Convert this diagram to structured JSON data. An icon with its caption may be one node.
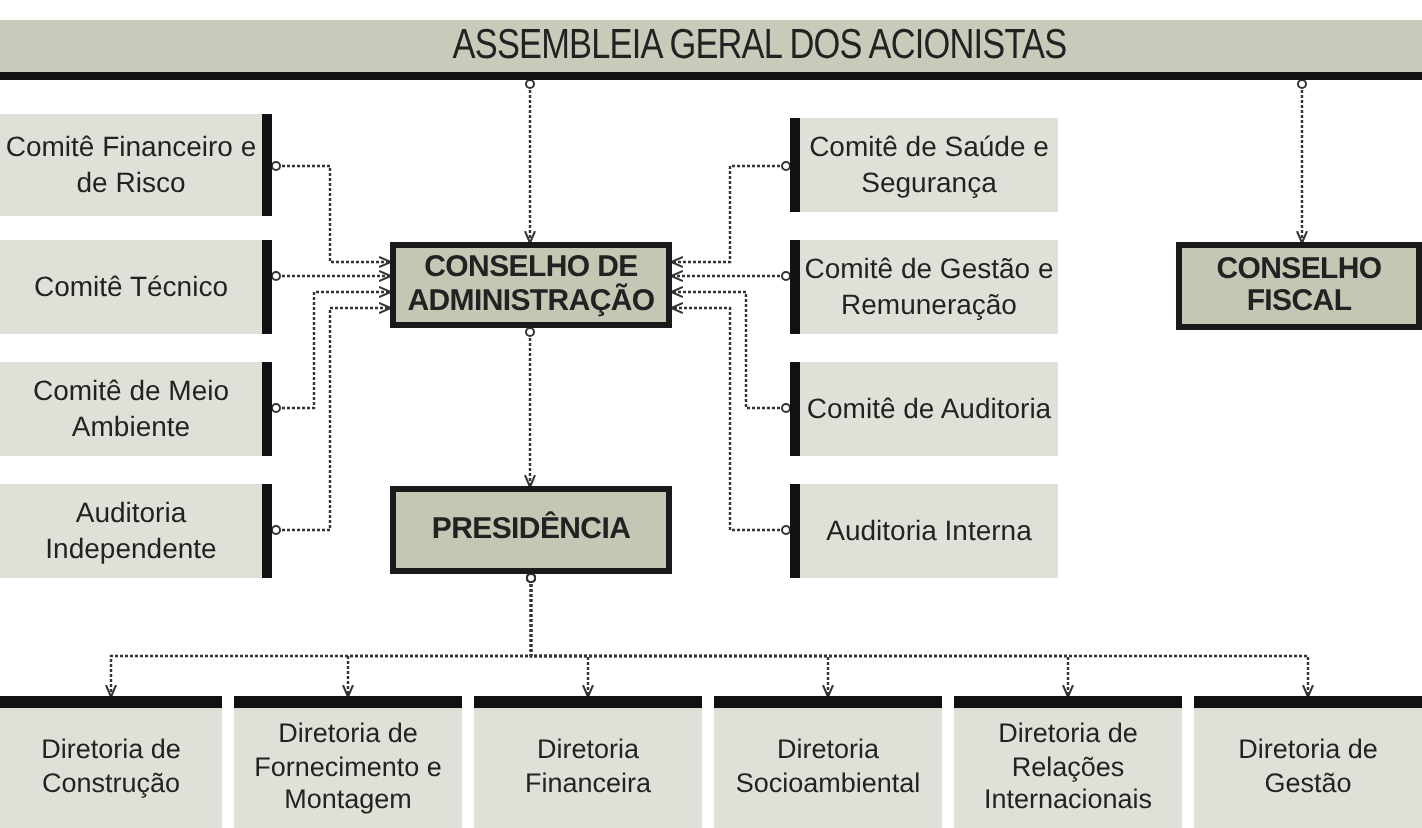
{
  "diagram": {
    "nodes": [
      {
        "text": [
          "ASSEMBLEIA GERAL DOS ACIONISTAS"
        ]
      },
      {
        "text": [
          "Comitê Financeiro e de Risco"
        ]
      },
      {
        "text": [
          "Comitê Técnico"
        ]
      },
      {
        "text": [
          "Comitê de Meio Ambiente"
        ]
      },
      {
        "text": [
          "Auditoria Independente"
        ]
      },
      {
        "text": [
          "CONSELHO DE ADMINISTRAÇÃO"
        ]
      },
      {
        "text": [
          "Comitê de Saúde e Segurança"
        ]
      },
      {
        "text": [
          "Comitê de Gestão e Remuneração"
        ]
      },
      {
        "text": [
          "Comitê de Auditoria"
        ]
      },
      {
        "text": [
          "Auditoria Interna"
        ]
      },
      {
        "text": [
          "CONSELHO FISCAL"
        ]
      },
      {
        "text": [
          "PRESIDÊNCIA"
        ]
      },
      {
        "text": [
          "Diretoria de Construção"
        ]
      },
      {
        "text": [
          "Diretoria de Fornecimento e Montagem"
        ]
      },
      {
        "text": [
          "Diretoria Financeira"
        ]
      },
      {
        "text": [
          "Diretoria Socioambiental"
        ]
      },
      {
        "text": [
          "Diretoria de Relações Internacionais"
        ]
      },
      {
        "text": [
          "Diretoria de Gestão"
        ]
      }
    ],
    "edges": [
      {
        "from": 0,
        "to": 5,
        "arrow": "to"
      },
      {
        "from": 0,
        "to": 10,
        "arrow": "to"
      },
      {
        "from": 1,
        "to": 5,
        "arrow": "to"
      },
      {
        "from": 2,
        "to": 5,
        "arrow": "to"
      },
      {
        "from": 3,
        "to": 5,
        "arrow": "to"
      },
      {
        "from": 4,
        "to": 5,
        "arrow": "to"
      },
      {
        "from": 6,
        "to": 5,
        "arrow": "to"
      },
      {
        "from": 7,
        "to": 5,
        "arrow": "to"
      },
      {
        "from": 8,
        "to": 5,
        "arrow": "to"
      },
      {
        "from": 9,
        "to": 5,
        "arrow": "to"
      },
      {
        "from": 5,
        "to": 11,
        "arrow": "to"
      },
      {
        "from": 11,
        "to": 12,
        "arrow": "to"
      },
      {
        "from": 11,
        "to": 13,
        "arrow": "to"
      },
      {
        "from": 11,
        "to": 14,
        "arrow": "to"
      },
      {
        "from": 11,
        "to": 15,
        "arrow": "to"
      },
      {
        "from": 11,
        "to": 16,
        "arrow": "to"
      },
      {
        "from": 11,
        "to": 17,
        "arrow": "to"
      }
    ]
  }
}
